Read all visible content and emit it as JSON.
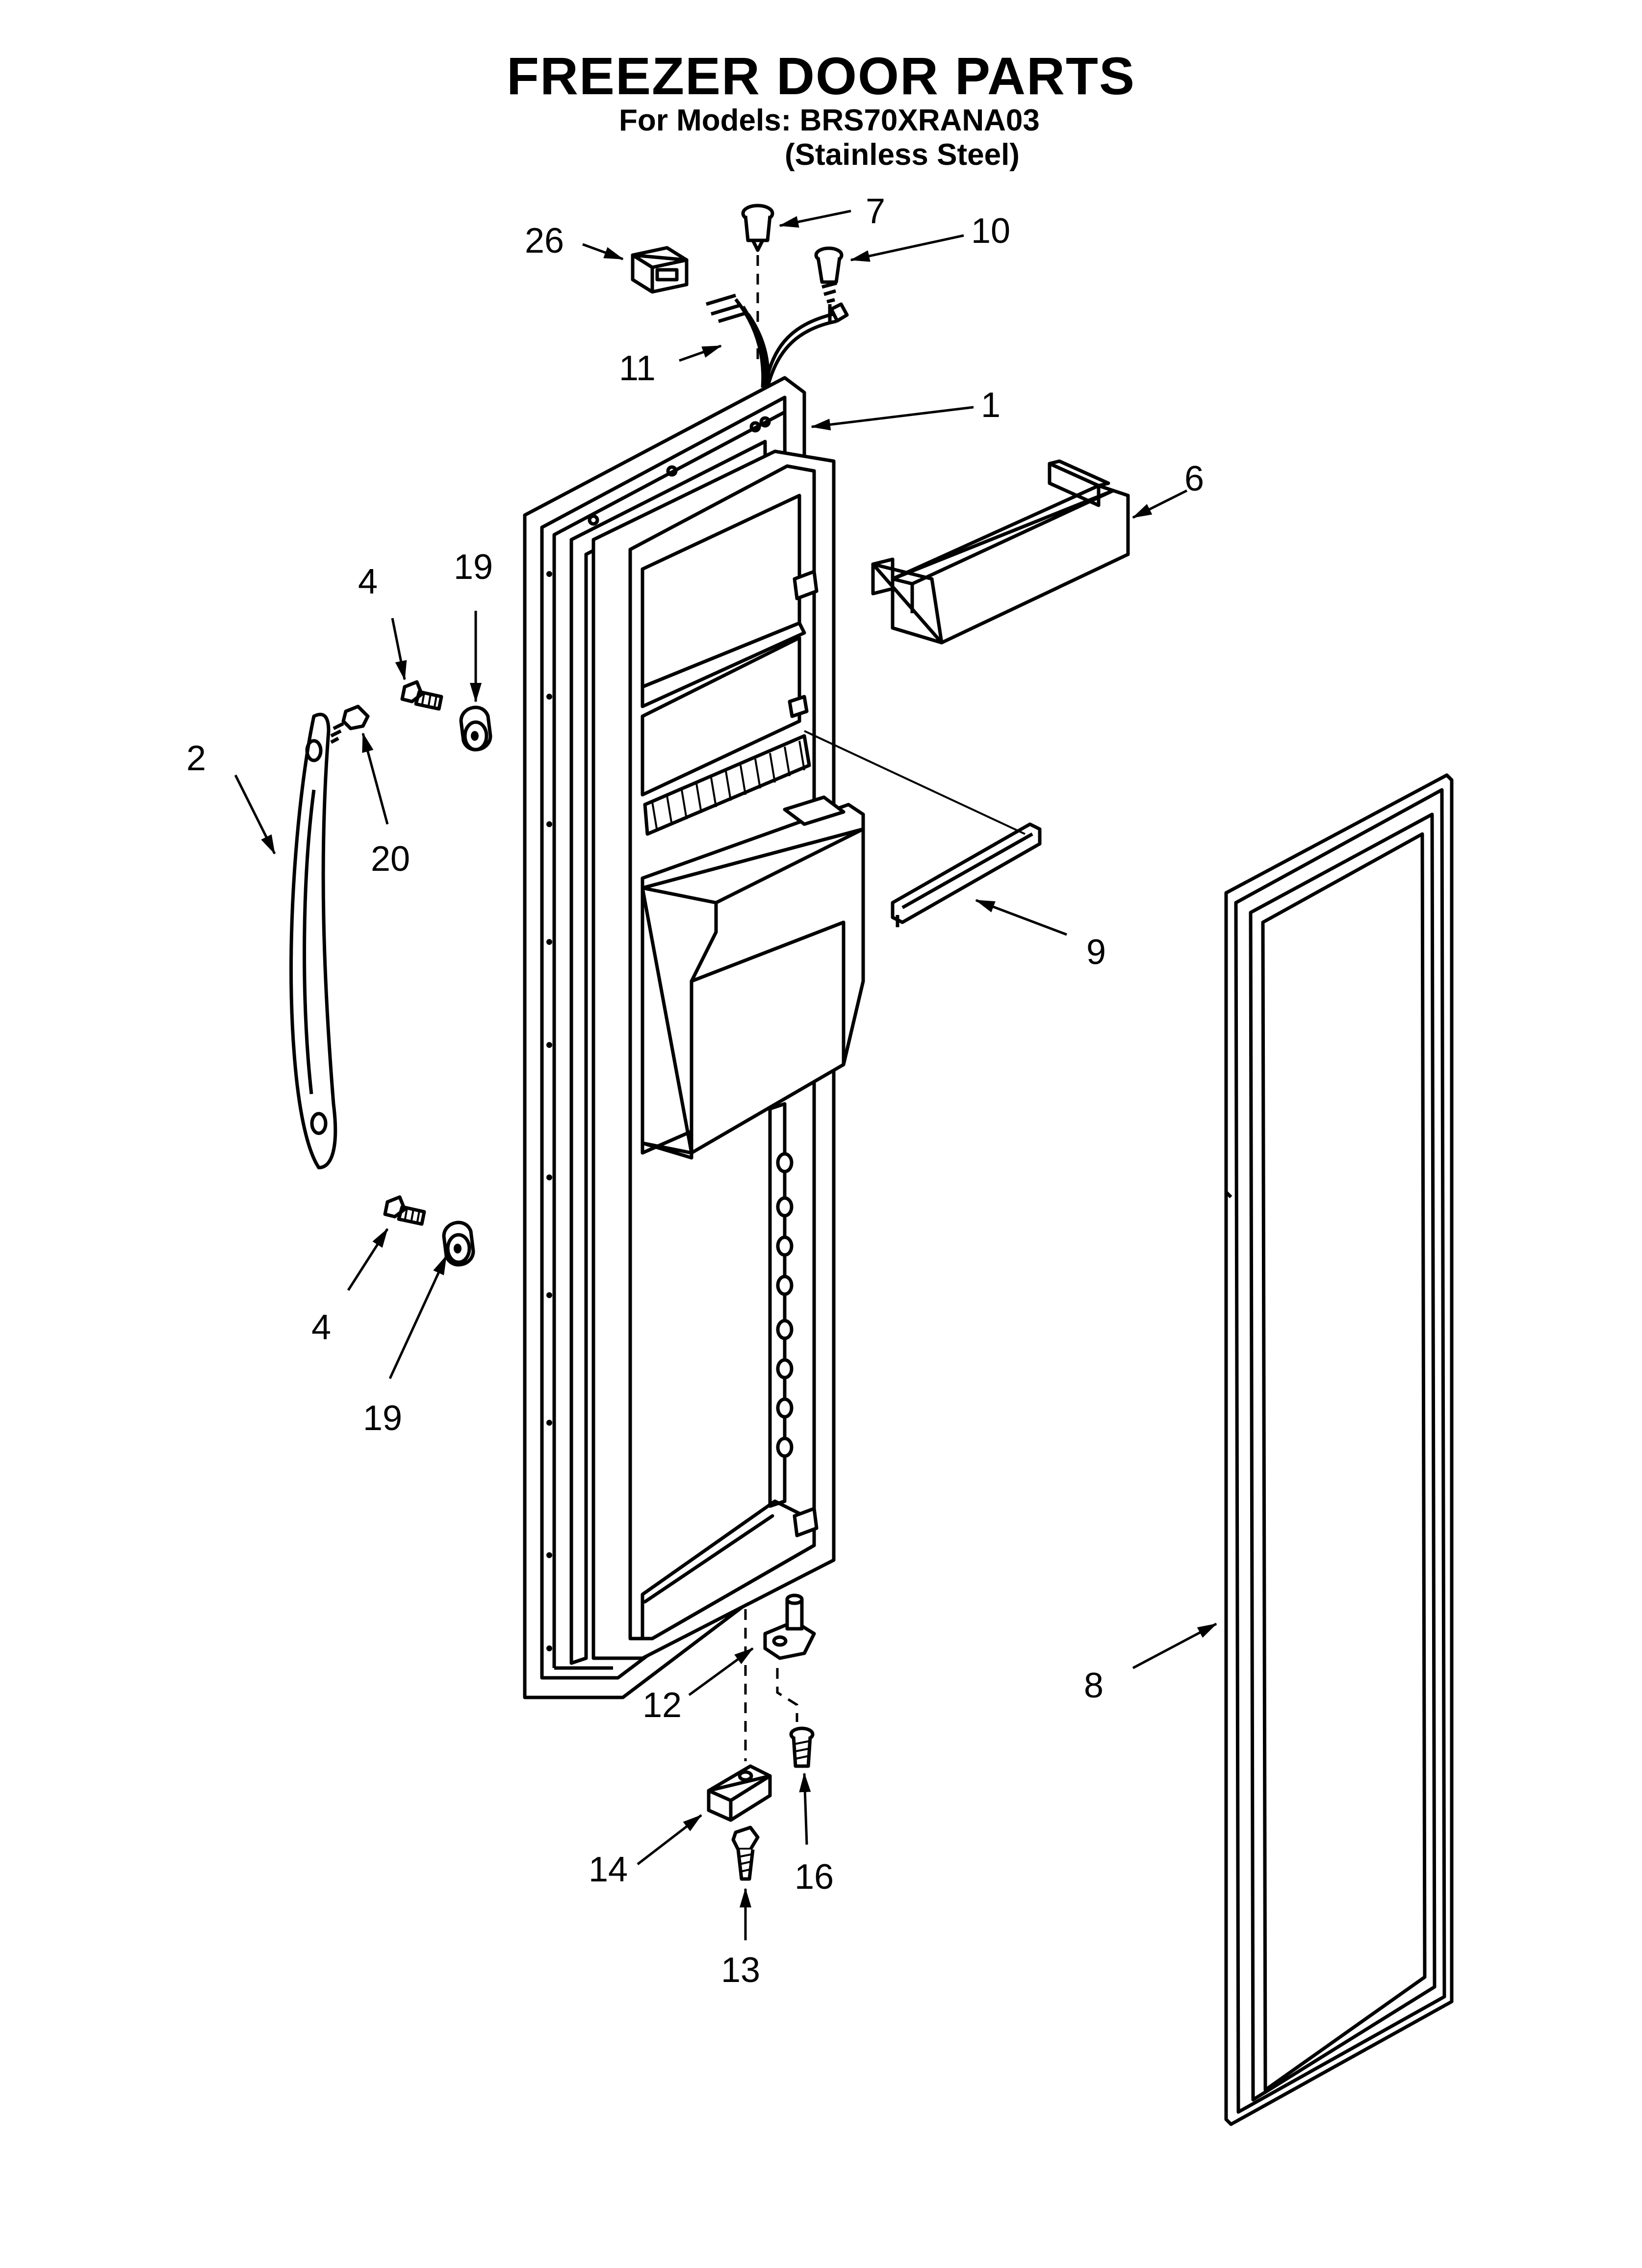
{
  "page": {
    "title": "FREEZER DOOR PARTS",
    "models_line": "For Models: BRS70XRANA03",
    "finish_line": "(Stainless Steel)"
  },
  "callouts": [
    {
      "id": "1",
      "label": "1"
    },
    {
      "id": "2",
      "label": "2"
    },
    {
      "id": "4a",
      "label": "4"
    },
    {
      "id": "4b",
      "label": "4"
    },
    {
      "id": "6",
      "label": "6"
    },
    {
      "id": "7",
      "label": "7"
    },
    {
      "id": "8",
      "label": "8"
    },
    {
      "id": "9",
      "label": "9"
    },
    {
      "id": "10",
      "label": "10"
    },
    {
      "id": "11",
      "label": "11"
    },
    {
      "id": "12",
      "label": "12"
    },
    {
      "id": "13",
      "label": "13"
    },
    {
      "id": "14",
      "label": "14"
    },
    {
      "id": "16",
      "label": "16"
    },
    {
      "id": "19a",
      "label": "19"
    },
    {
      "id": "19b",
      "label": "19"
    },
    {
      "id": "20",
      "label": "20"
    },
    {
      "id": "26",
      "label": "26"
    }
  ]
}
